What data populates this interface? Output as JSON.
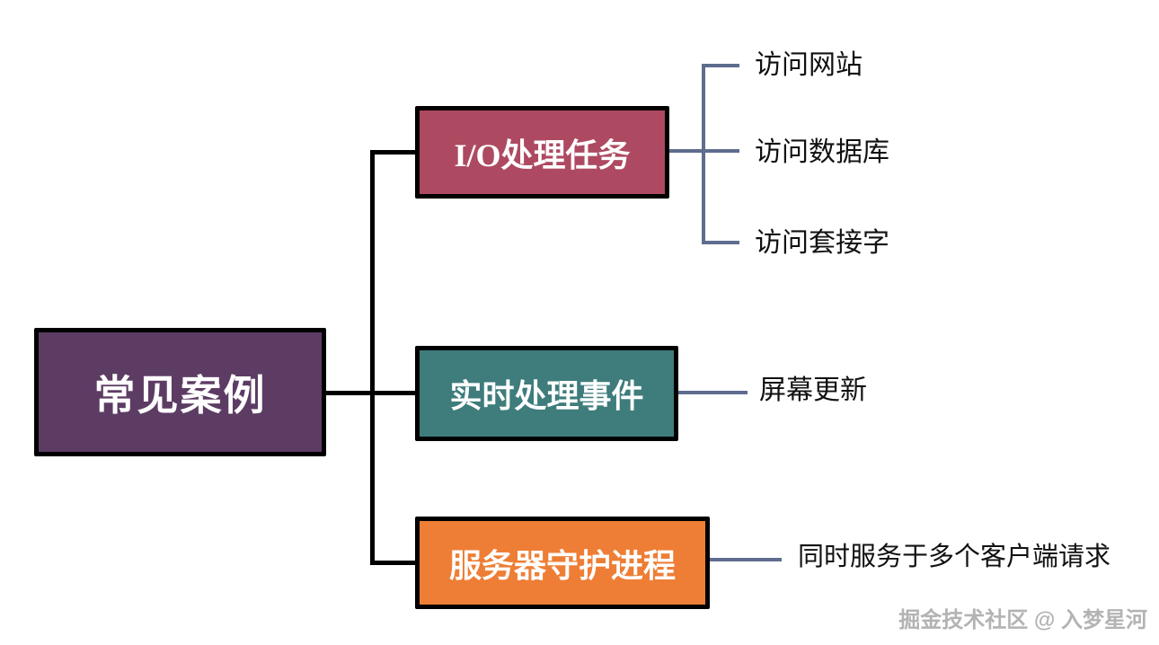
{
  "diagram": {
    "root": {
      "label": "常见案例",
      "bg": "#5d3c64"
    },
    "branches": [
      {
        "label": "I/O处理任务",
        "bg": "#ad4a61",
        "children": [
          "访问网站",
          "访问数据库",
          "访问套接字"
        ]
      },
      {
        "label": "实时处理事件",
        "bg": "#3f7c7c",
        "children": [
          "屏幕更新"
        ]
      },
      {
        "label": "服务器守护进程",
        "bg": "#ee7e35",
        "children": [
          "同时服务于多个客户端请求"
        ]
      }
    ],
    "colors": {
      "trunk_line": "#000000",
      "leaf_line": "#5e6c8e",
      "node_border": "#000000",
      "node_text": "#ffffff",
      "leaf_text": "#111111",
      "background": "#ffffff"
    },
    "watermark": "掘金技术社区 @ 入梦星河"
  }
}
